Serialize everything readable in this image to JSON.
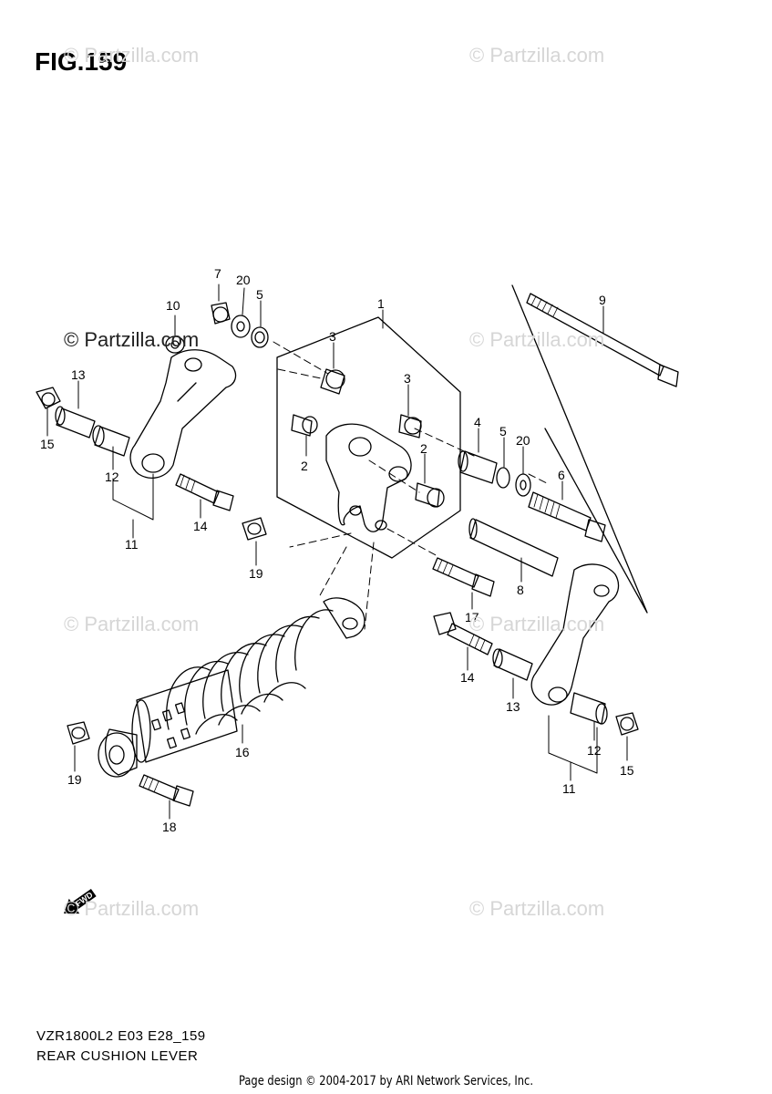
{
  "figure": {
    "title": "FIG.159"
  },
  "watermark": {
    "text": "© Partzilla.com"
  },
  "footer": {
    "model_code": "VZR1800L2 E03 E28_159",
    "diagram_name": "REAR CUSHION LEVER",
    "copyright": "Page design © 2004-2017 by ARI Network Services, Inc."
  },
  "fwd_badge": {
    "text": "FWD",
    "icon": "forward-arrow-icon"
  },
  "callouts": [
    "1",
    "2",
    "2",
    "3",
    "3",
    "4",
    "5",
    "5",
    "6",
    "7",
    "8",
    "9",
    "10",
    "11",
    "11",
    "12",
    "12",
    "13",
    "13",
    "14",
    "14",
    "15",
    "15",
    "16",
    "17",
    "18",
    "19",
    "19",
    "20",
    "20"
  ],
  "colors": {
    "line": "#000000",
    "watermark": "#d6d6d6",
    "background": "#ffffff"
  }
}
